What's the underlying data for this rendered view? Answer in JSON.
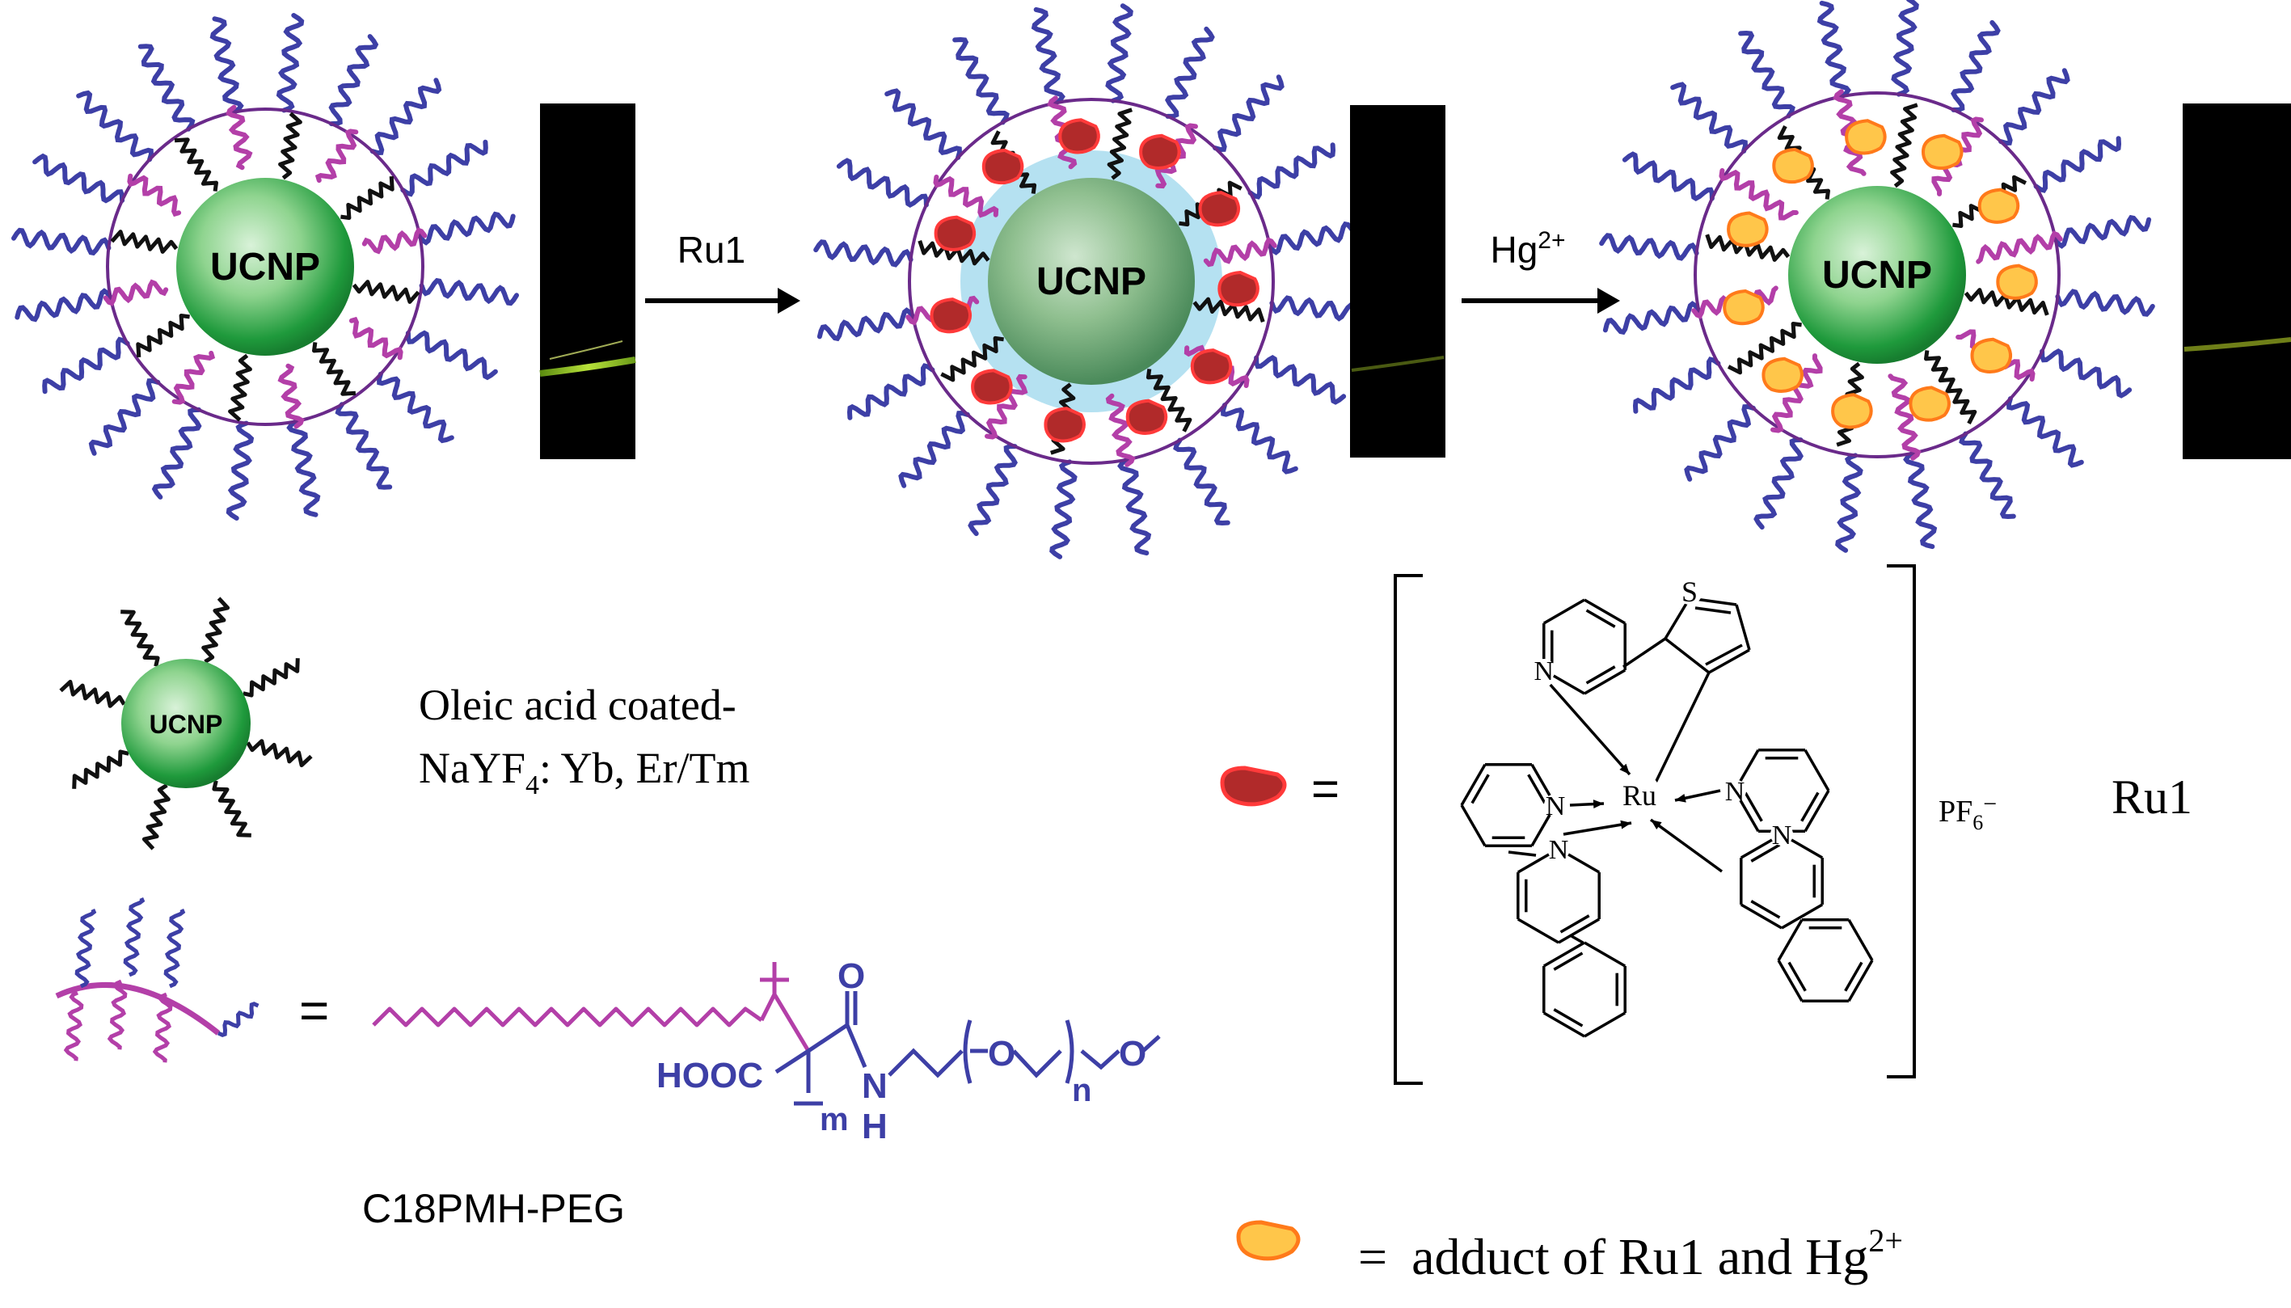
{
  "colors": {
    "peg_blue": "#3d3fa6",
    "alkyl_magenta": "#b33fa8",
    "oleic_black": "#111111",
    "shell_purple": "#6a2a8a",
    "ucnp_green_light": "#a9dfa9",
    "ucnp_green_dark": "#1a9a3a",
    "ru1_fill": "#b12a2a",
    "ru1_edge": "#ff3a3a",
    "adduct_fill": "#ffc64a",
    "adduct_edge": "#ff7a1a",
    "hydrophobic_cyan": "#a8dcef"
  },
  "scheme": {
    "particle_label": "UCNP",
    "step1_reagent": "Ru1",
    "step2_reagent": "Hg",
    "step2_reagent_sup": "2+"
  },
  "legend": {
    "ucnp_label": "UCNP",
    "oleic_line1": "Oleic acid coated-",
    "oleic_line2_a": "NaYF",
    "oleic_line2_sub": "4",
    "oleic_line2_b": ": Yb, Er/Tm",
    "polymer_name": "C18PMH-PEG",
    "polymer_cooh": "HOOC",
    "polymer_o": "O",
    "polymer_n": "N",
    "polymer_h": "H",
    "polymer_m": "m",
    "polymer_n_index": "n",
    "polymer_o2": "O",
    "polymer_o3": "O",
    "equals": "=",
    "ru1_equals": "=",
    "counterion": "PF",
    "counterion_sub": "6",
    "counterion_sup": "−",
    "ru1_name": "Ru1",
    "atom_ru": "Ru",
    "atom_s": "S",
    "atom_n": "N",
    "adduct_equals": "=",
    "adduct_text": "adduct of Ru1 and Hg",
    "adduct_sup": "2+"
  }
}
